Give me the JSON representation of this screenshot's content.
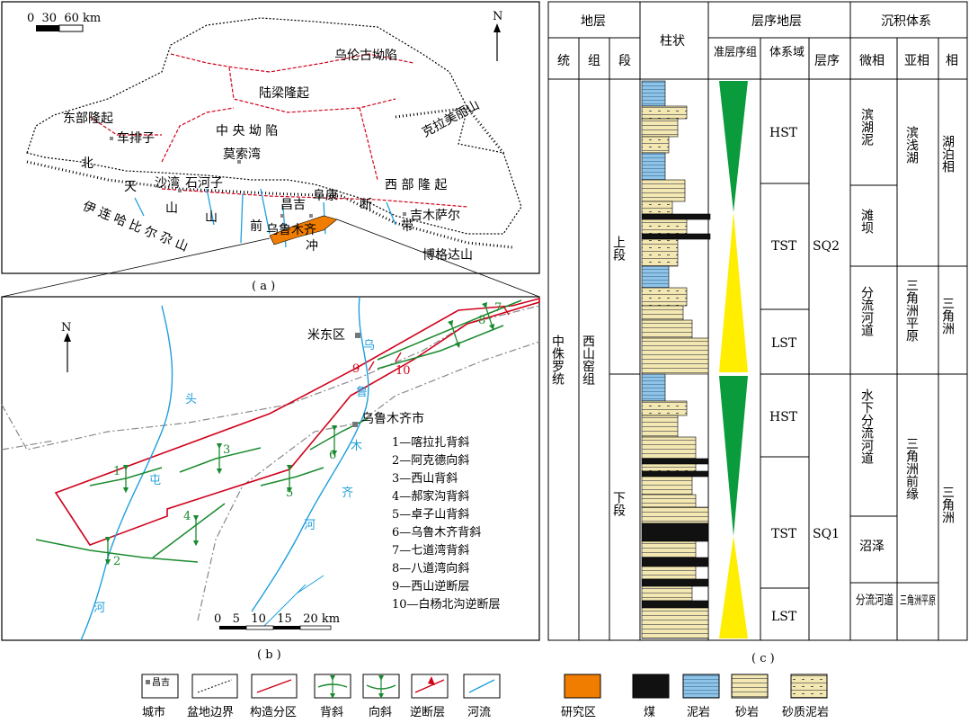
{
  "panel_a": {
    "caption": "( a )",
    "scale_label": "0  30  60 km",
    "north": "N",
    "regions": [
      "乌伦古坳陷",
      "陆梁隆起",
      "东部隆起",
      "中 央 坳 陷",
      "克拉美丽山",
      "西 部 隆 起",
      "北",
      "天",
      "山",
      "山",
      "前",
      "冲",
      "断",
      "带",
      "伊 连 哈 比 尔 尕 山",
      "博格达山"
    ],
    "cities": [
      "车排子",
      "莫索湾",
      "沙湾",
      "石河子",
      "昌吉",
      "阜康",
      "乌鲁木齐",
      "吉木萨尔"
    ]
  },
  "panel_b": {
    "caption": "( b )",
    "north": "N",
    "scale_label": "0   5   10   15   20 km",
    "cities": [
      "米东区",
      "乌鲁木齐市"
    ],
    "rivers": [
      "头",
      "屯",
      "河",
      "乌",
      "鲁",
      "木",
      "齐",
      "河"
    ],
    "numbers": [
      "1",
      "2",
      "3",
      "4",
      "5",
      "6",
      "7",
      "8",
      "9",
      "10"
    ],
    "legend": [
      "1—喀拉扎背斜",
      "2—阿克德向斜",
      "3—西山背斜",
      "4—郝家沟背斜",
      "5—卓子山背斜",
      "6—乌鲁木齐背斜",
      "7—七道湾背斜",
      "8—八道湾向斜",
      "9—西山逆断层",
      "10—白杨北沟逆断层"
    ]
  },
  "panel_c": {
    "caption": "( c )",
    "headers": {
      "stratum": "地层",
      "column": "柱状",
      "sequence": "层序地层",
      "sedimentary": "沉积体系",
      "series": "统",
      "formation": "组",
      "member": "段",
      "parasequence": "准层序组",
      "systems_tract": "体系域",
      "sequence_col": "层序",
      "microfacies": "微相",
      "subfacies": "亚相",
      "facies": "相"
    },
    "series_value": "中侏罗统",
    "formation_value": "西山窑组",
    "members": [
      "上段",
      "下段"
    ],
    "tracts": [
      "HST",
      "TST",
      "LST",
      "HST",
      "TST",
      "LST"
    ],
    "sequences": [
      "SQ2",
      "SQ1"
    ],
    "microfacies": [
      "滨湖泥",
      "滩坝",
      "分流河道",
      "水下分流河道",
      "沼泽",
      "分流河道"
    ],
    "subfacies": [
      "滨浅湖",
      "三角洲平原",
      "三角洲前缘",
      "三角洲平原"
    ],
    "facies": [
      "湖泊相",
      "三角洲",
      "三角洲"
    ]
  },
  "legend": {
    "items": [
      "城市",
      "盆地边界",
      "构造分区",
      "背斜",
      "向斜",
      "逆断层",
      "河流",
      "研究区",
      "煤",
      "泥岩",
      "砂岩",
      "砂质泥岩"
    ],
    "city_sample": "昌吉"
  },
  "colors": {
    "river": "#1f9fdc",
    "boundary_red": "#d0021b",
    "fold_green": "#1a8a2e",
    "study_area": "#f07d00",
    "coal": "#111111",
    "mudstone": "#8fc4e8",
    "sandstone": "#f3e7b2",
    "green_wedge": "#0a9b3c",
    "yellow_wedge": "#ffee00",
    "gray_line": "#888888"
  }
}
